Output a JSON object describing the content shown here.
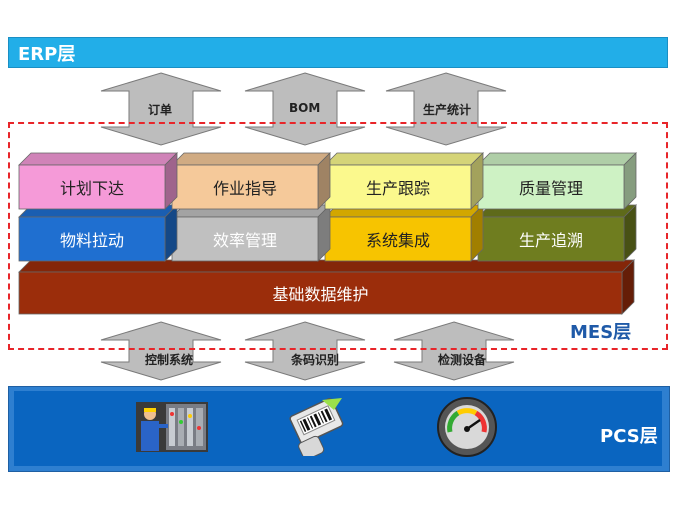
{
  "erp": {
    "label": "ERP层"
  },
  "mes": {
    "label": "MES层"
  },
  "pcs": {
    "label": "PCS层"
  },
  "top_arrows": [
    "订单",
    "BOM",
    "生产统计"
  ],
  "bottom_arrows": [
    "控制系统",
    "条码识别",
    "检测设备"
  ],
  "modules_row1": [
    "计划下达",
    "作业指导",
    "生产跟踪",
    "质量管理"
  ],
  "modules_row2": [
    "物料拉动",
    "效率管理",
    "系统集成",
    "生产追溯"
  ],
  "base": {
    "label": "基础数据维护"
  },
  "colors": {
    "row1": [
      "#f59ad8",
      "#f5c99a",
      "#fbf98d",
      "#cef2c4"
    ],
    "row2": [
      "#1f6fd0",
      "#c0c0c0",
      "#f7c400",
      "#6f7d1f"
    ],
    "row2_text": [
      "#ffffff",
      "#ffffff",
      "#222222",
      "#ffffff"
    ],
    "base": "#9b2d0b",
    "erp": "#22aee8",
    "pcs": "#0a65c0",
    "mes_border": "#e8252a"
  },
  "icons": [
    "control-system-icon",
    "barcode-scanner-icon",
    "gauge-icon"
  ]
}
